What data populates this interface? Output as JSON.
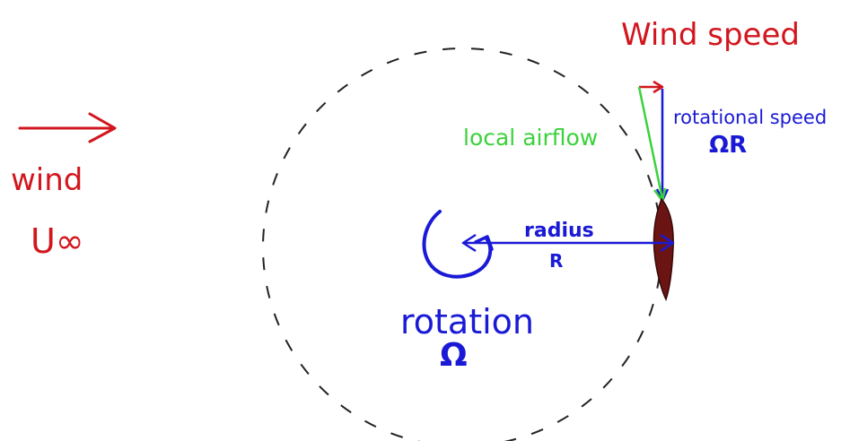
{
  "colors": {
    "red": "#d2161e",
    "blue": "#1a1ad6",
    "green": "#3bd23b",
    "blade_fill": "#6b1414",
    "circle": "#222222"
  },
  "labels": {
    "wind": "wind",
    "wind_symbol": "U∞",
    "wind_speed": "Wind speed",
    "local_airflow": "local airflow",
    "rotational_speed": "rotational speed",
    "rotational_speed_symbol": "ΩR",
    "radius": "radius",
    "radius_symbol": "R",
    "rotation": "rotation",
    "rotation_symbol": "Ω"
  }
}
